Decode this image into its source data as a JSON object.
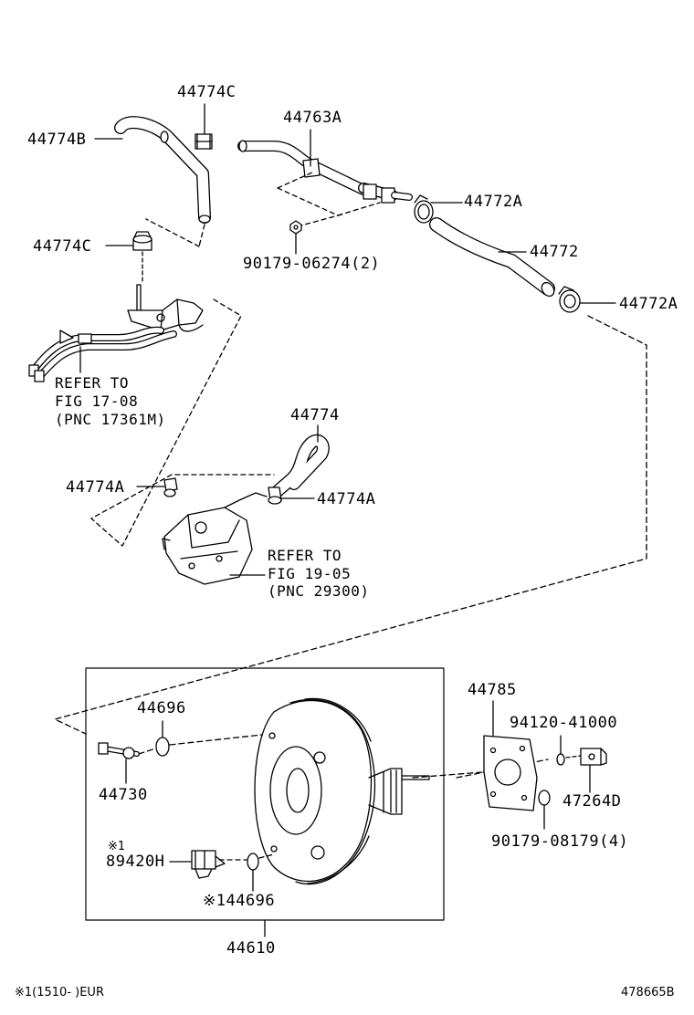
{
  "labels": {
    "p44774C_top": "44774C",
    "p44774B": "44774B",
    "p44774C_left": "44774C",
    "p44763A": "44763A",
    "p44772A_top": "44772A",
    "p44772": "44772",
    "p44772A_right": "44772A",
    "p90179_06274": "90179-06274(2)",
    "p44774": "44774",
    "p44774A_left": "44774A",
    "p44774A_right": "44774A",
    "p44785": "44785",
    "p94120_41000": "94120-41000",
    "p47264D": "47264D",
    "p90179_08179": "90179-08179(4)",
    "p44696_top": "44696",
    "p44730": "44730",
    "p89420H_mark": "※1",
    "p89420H": "89420H",
    "p44696_bottom": "※144696",
    "p44610": "44610"
  },
  "refs": {
    "fig1708": [
      "REFER TO",
      "FIG 17-08",
      "(PNC 17361M)"
    ],
    "fig1905": [
      "REFER TO",
      "FIG 19-05",
      "(PNC 29300)"
    ]
  },
  "footer": {
    "note": "※1(1510-      )EUR",
    "code": "478665B"
  }
}
